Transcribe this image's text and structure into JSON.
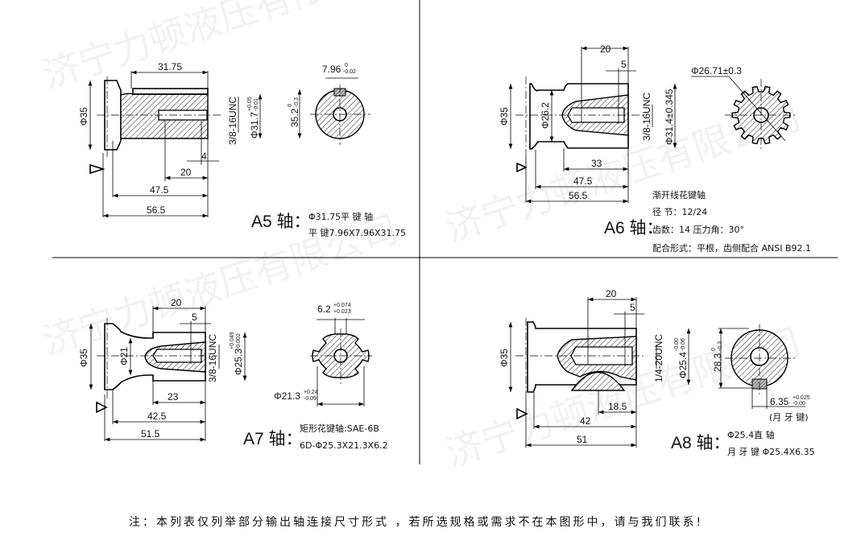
{
  "watermark": "济宁力顿液压有限公司",
  "a5": {
    "label": "A5 轴：",
    "desc": [
      "Φ31.75平 键 轴",
      "平 键7.96X7.96X31.75"
    ],
    "d_31_75": "31.75",
    "d_phi35": "Φ35",
    "d_thread": "3/8-16UNC",
    "d_phi31_7": "Φ31.7",
    "d_phi31_7_up": "+0.05",
    "d_phi31_7_lo": "-0.01",
    "d_4": "4",
    "d_20": "20",
    "d_47_5": "47.5",
    "d_56_5": "56.5",
    "d_key": "7.96",
    "d_key_up": "0",
    "d_key_lo": "-0.02",
    "d_35_2": "35.2",
    "d_35_2_up": "0",
    "d_35_2_lo": "-0.3"
  },
  "a6": {
    "label": "A6 轴：",
    "desc": [
      "渐开线花键轴",
      "径 节：12/24",
      "齿数：14  压力角：30°",
      "配合形式：平根，齿侧配合 ANSI B92.1"
    ],
    "d_20": "20",
    "d_5": "5",
    "d_phi35": "Φ35",
    "d_phi26_2": "Φ26.2",
    "d_thread": "3/8-16UNC",
    "d_phi31_4": "Φ31.4±0.345",
    "d_33": "33",
    "d_47_5": "47.5",
    "d_56_5": "56.5",
    "d_phi26_71": "Φ26.71±0.3"
  },
  "a7": {
    "label": "A7 轴：",
    "desc": [
      "矩形花键轴:SAE-6B",
      "6D-Φ25.3X21.3X6.2"
    ],
    "d_20": "20",
    "d_5": "5",
    "d_phi35": "Φ35",
    "d_phi21": "Φ21",
    "d_thread": "3/8-16UNC",
    "d_phi25_3": "Φ25.3",
    "d_phi25_3_up": "+0.049",
    "d_phi25_3_lo": "-0.002",
    "d_23": "23",
    "d_42_5": "42.5",
    "d_51_5": "51.5",
    "d_6_2": "6.2",
    "d_6_2_up": "+0.074",
    "d_6_2_lo": "+0.023",
    "d_phi21_3": "Φ21.3",
    "d_phi21_3_up": "+0.24",
    "d_phi21_3_lo": "-0.09"
  },
  "a8": {
    "label": "A8 轴：",
    "desc": [
      "Φ25.4直 轴",
      "月 牙 键  Φ25.4X6.35"
    ],
    "d_20": "20",
    "d_5": "5",
    "d_phi35": "Φ35",
    "d_thread": "1/4-20UNC",
    "d_phi25_4": "Φ25.4",
    "d_phi25_4_up": "-0.00",
    "d_phi25_4_lo": "-0.06",
    "d_18_5": "18.5",
    "d_42": "42",
    "d_51": "51",
    "d_28_3": "28.3",
    "d_28_3_up": "0",
    "d_28_3_lo": "-0.3",
    "d_6_35": "6.35",
    "d_6_35_up": "+0.025",
    "d_6_35_lo": "-0.00",
    "key_note": "(月 牙 键)"
  },
  "footer_note": "注：本列表仅列举部分输出轴连接尺寸形式 ，若所选规格或需求不在本图形中，请与我们联系!"
}
